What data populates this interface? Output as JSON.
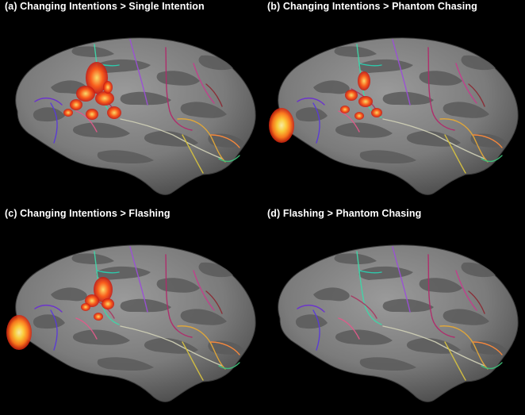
{
  "figure": {
    "background": "#000000",
    "panels": [
      {
        "title": "(a) Changing Intentions > Single Intention",
        "activations": [
          "frontal-cluster"
        ]
      },
      {
        "title": "(b) Changing Intentions > Phantom Chasing",
        "activations": [
          "frontal-cluster",
          "occipital-blob"
        ]
      },
      {
        "title": "(c) Changing Intentions > Flashing",
        "activations": [
          "frontal-cluster",
          "occipital-blob"
        ]
      },
      {
        "title": "(d) Flashing > Phantom Chasing",
        "activations": []
      }
    ],
    "colors": {
      "cortex_light": "#8a8a8a",
      "cortex_dark": "#575757",
      "activation_core": "#ffd34a",
      "activation_mid": "#ff6a1a",
      "activation_edge": "#d4170f"
    }
  }
}
